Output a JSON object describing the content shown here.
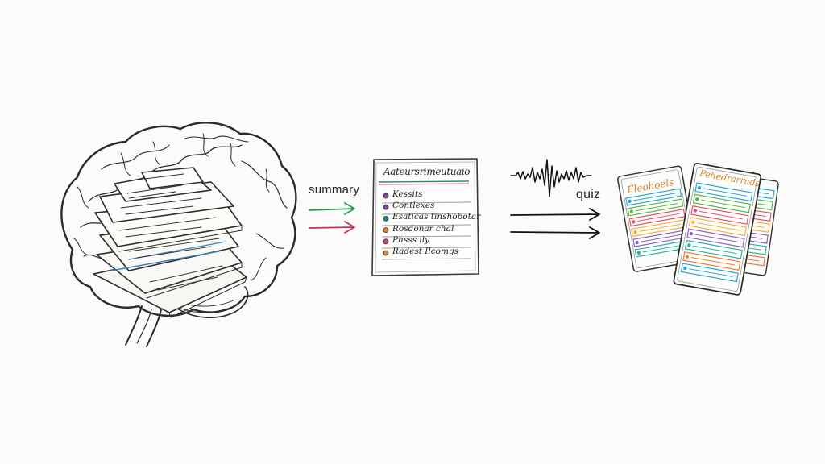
{
  "labels": {
    "summary": "summary",
    "quiz": "quiz"
  },
  "summary_sheet": {
    "title": "Aateursrimeutuaio",
    "items": [
      {
        "text": "Kessits",
        "color": "#8a3fa2"
      },
      {
        "text": "Contlexes",
        "color": "#7a4bb0"
      },
      {
        "text": "Esaticas tinshobotar",
        "color": "#1f8c8a"
      },
      {
        "text": "Rosdonar chal",
        "color": "#e07a2a"
      },
      {
        "text": "Phsss ily",
        "color": "#d9458b"
      },
      {
        "text": "Radest Ilcomgs",
        "color": "#e8842c"
      }
    ]
  },
  "flashcards": {
    "back_title": "Fleohoels",
    "front_title": "Pehedrarrads",
    "row_colors": [
      "#2aa4d8",
      "#58b84a",
      "#e84f6a",
      "#f0b03c",
      "#8a62c8",
      "#2bb3a3",
      "#ee7a3a"
    ]
  },
  "colors": {
    "arrow_green": "#2e9b4e",
    "arrow_red": "#cc2f55",
    "ink": "#1b1b1b"
  }
}
